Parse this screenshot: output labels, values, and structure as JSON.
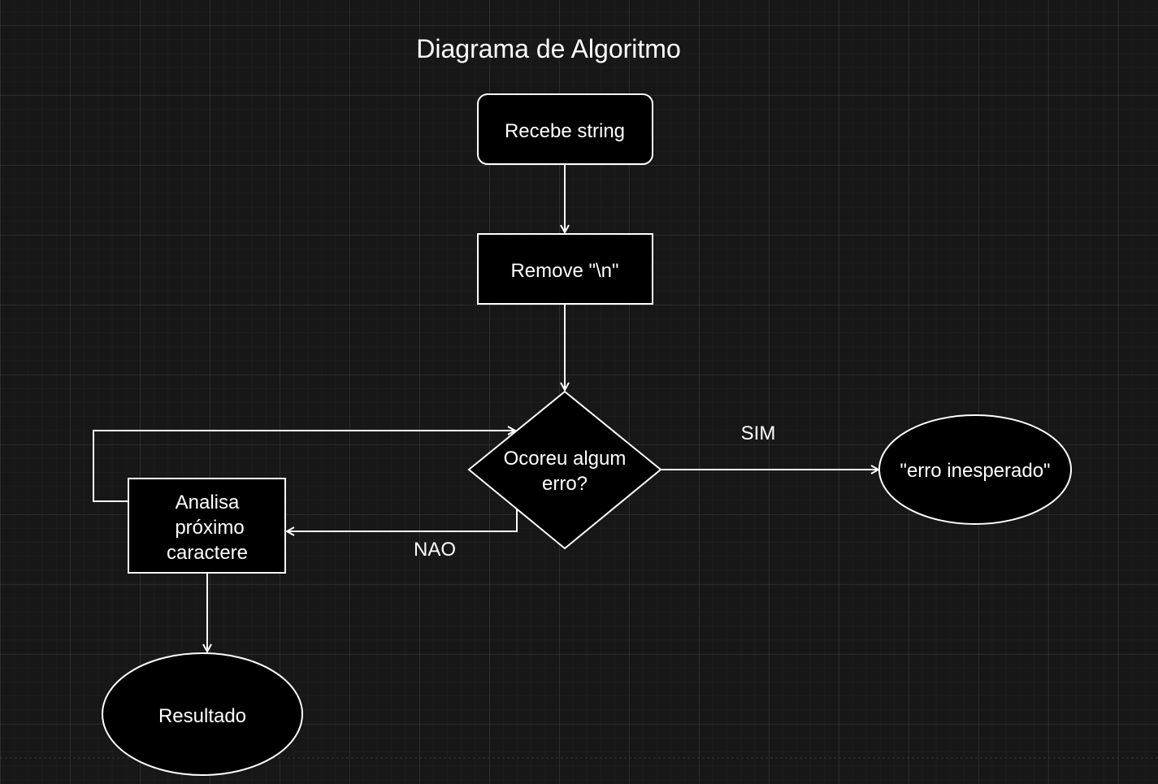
{
  "title": "Diagrama de Algoritmo",
  "nodes": {
    "start": {
      "label": "Recebe string"
    },
    "remove": {
      "label": "Remove \"\\n\""
    },
    "decision": {
      "line1": "Ocoreu algum",
      "line2": "erro?"
    },
    "error": {
      "label": "\"erro inesperado\""
    },
    "analyze": {
      "line1": "Analisa",
      "line2": "próximo",
      "line3": "caractere"
    },
    "result": {
      "label": "Resultado"
    }
  },
  "edges": {
    "yes_label": "SIM",
    "no_label": "NAO"
  },
  "colors": {
    "background": "#171717",
    "stroke": "#ffffff",
    "text": "#ffffff"
  }
}
